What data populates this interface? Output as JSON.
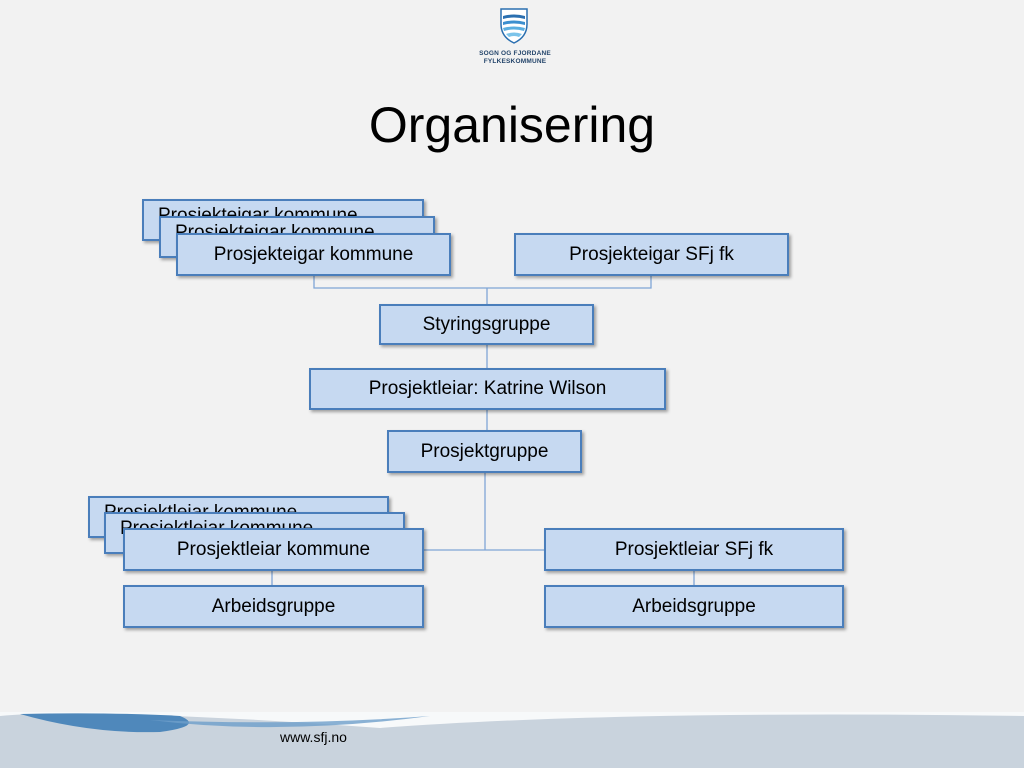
{
  "logo": {
    "line1": "SOGN OG FJORDANE",
    "line2": "FYLKESKOMMUNE"
  },
  "title": "Organisering",
  "diagram": {
    "owner_stack_back": "Prosjekteigar kommune",
    "owner_stack_mid": "Prosjekteigar kommune",
    "owner_kommune": "Prosjekteigar kommune",
    "owner_sfj": "Prosjekteigar SFj fk",
    "steering_group": "Styringsgruppe",
    "project_leader": "Prosjektleiar: Katrine Wilson",
    "project_group": "Prosjektgruppe",
    "leader_stack_back": "Prosjektleiar kommune",
    "leader_stack_mid": "Prosjektleiar kommune",
    "leader_kommune": "Prosjektleiar kommune",
    "leader_sfj": "Prosjektleiar SFj fk",
    "work_group_left": "Arbeidsgruppe",
    "work_group_right": "Arbeidsgruppe"
  },
  "footer": {
    "url": "www.sfj.no"
  },
  "colors": {
    "box_fill": "#c6d9f1",
    "box_border": "#4a7ebb",
    "connector": "#7fa6d6",
    "footer_band": "#c9d3dd",
    "footer_wave": "#4f88bb"
  }
}
